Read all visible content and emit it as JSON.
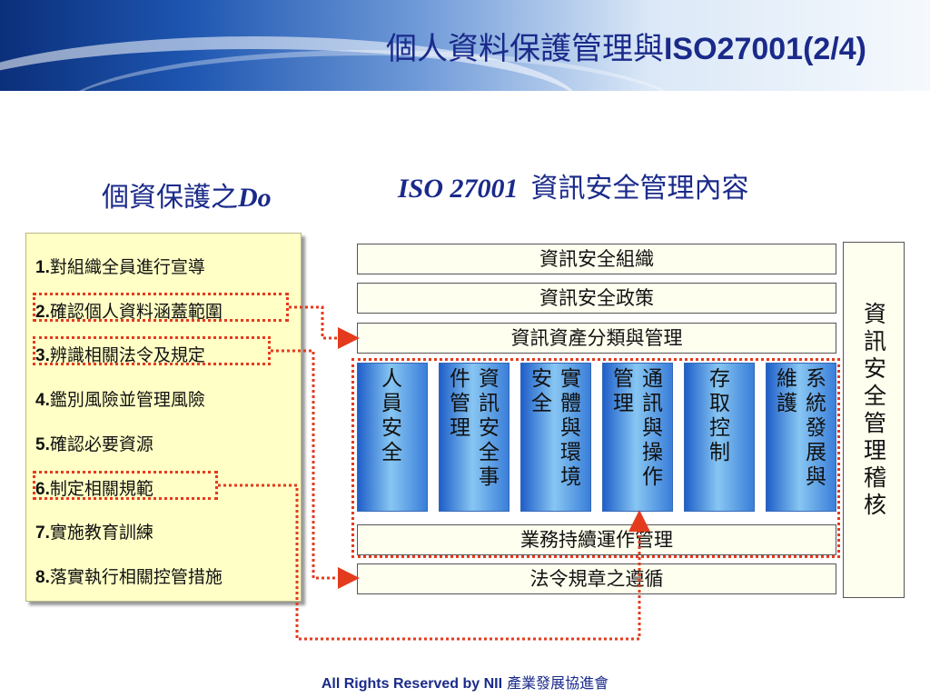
{
  "header": {
    "title_cjk": "個人資料保護管理與",
    "title_latin": "ISO27001(2/4)"
  },
  "left_heading": {
    "cjk": "個資保護之",
    "latin": "Do"
  },
  "right_heading": {
    "latin": "ISO 27001",
    "cjk": "資訊安全管理內容"
  },
  "do_list": [
    {
      "num": "1.",
      "text": "對組織全員進行宣導"
    },
    {
      "num": "2.",
      "text": "確認個人資料涵蓋範圍"
    },
    {
      "num": "3.",
      "text": "辨識相關法令及規定"
    },
    {
      "num": "4.",
      "text": "鑑別風險並管理風險"
    },
    {
      "num": "5.",
      "text": "確認必要資源"
    },
    {
      "num": "6.",
      "text": "制定相關規範"
    },
    {
      "num": "7.",
      "text": "實施教育訓練"
    },
    {
      "num": "8.",
      "text": "落實執行相關控管措施"
    }
  ],
  "iso_bars": {
    "org": "資訊安全組織",
    "policy": "資訊安全政策",
    "asset": "資訊資產分類與管理",
    "bcm": "業務持續運作管理",
    "compliance": "法令規章之遵循"
  },
  "iso_columns": [
    {
      "lines": [
        "人員",
        "安全"
      ]
    },
    {
      "lines": [
        "資訊安全事",
        "件管理"
      ]
    },
    {
      "lines": [
        "實體與環境",
        "安全"
      ]
    },
    {
      "lines": [
        "通訊與操作",
        "管理"
      ]
    },
    {
      "lines": [
        "存取控制"
      ]
    },
    {
      "lines": [
        "系統發展與",
        "維護"
      ]
    }
  ],
  "audit": {
    "text": "資訊安全管理稽核"
  },
  "footer": {
    "latin": "All Rights Reserved by NII",
    "cjk": "產業發展協進會"
  },
  "colors": {
    "title": "#1a2a8a",
    "highlight": "#e43b1e",
    "panel": "#ffffc6",
    "column_blue": "#3a7ed9"
  }
}
